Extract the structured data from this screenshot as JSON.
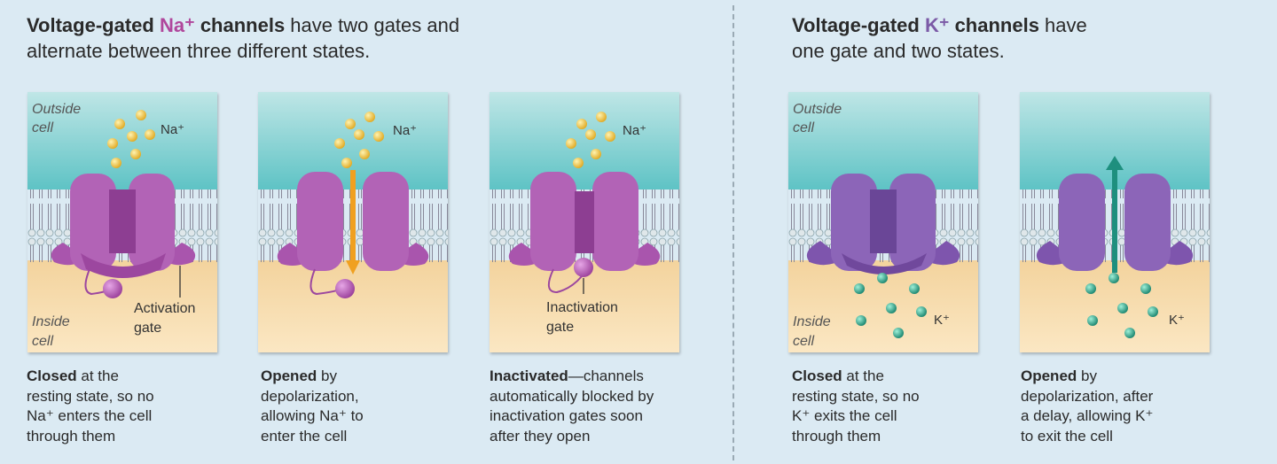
{
  "left_title": {
    "bold_pre": "Voltage-gated ",
    "ion": "Na⁺",
    "bold_post": " channels",
    "line1_rest": " have two gates and",
    "line2": "alternate between three different states."
  },
  "right_title": {
    "bold_pre": "Voltage-gated ",
    "ion": "K⁺",
    "bold_post": " channels",
    "line1_rest": " have",
    "line2": "one gate and two states."
  },
  "labels": {
    "outside_line1": "Outside",
    "outside_line2": "cell",
    "inside_line1": "Inside",
    "inside_line2": "cell",
    "na": "Na⁺",
    "k": "K⁺",
    "activation_line1": "Activation",
    "activation_line2": "gate",
    "inactivation_line1": "Inactivation",
    "inactivation_line2": "gate"
  },
  "captions": [
    {
      "bold": "Closed",
      "rest": " at the",
      "lines": [
        "resting state, so no",
        "Na⁺ enters the cell",
        "through them"
      ]
    },
    {
      "bold": "Opened",
      "rest": " by",
      "lines": [
        "depolarization,",
        "allowing Na⁺ to",
        "enter the cell"
      ]
    },
    {
      "bold": "Inactivated",
      "rest": "—channels",
      "lines": [
        "automatically blocked by",
        "inactivation gates soon",
        "after they open"
      ]
    },
    {
      "bold": "Closed",
      "rest": " at the",
      "lines": [
        "resting state, so no",
        "K⁺ exits the cell",
        "through them"
      ]
    },
    {
      "bold": "Opened",
      "rest": " by",
      "lines": [
        "depolarization, after",
        "a delay, allowing K⁺",
        "to exit the cell"
      ]
    }
  ],
  "colors": {
    "na_channel": "#b062b5",
    "k_channel": "#8a62b8",
    "na_ion": "#f0c23a",
    "k_ion": "#2aa58a",
    "na_arrow": "#f0a020",
    "k_arrow": "#1e8f7e",
    "outside_fluid": "#7ccfd0",
    "inside_fluid": "#f6d9a6"
  }
}
